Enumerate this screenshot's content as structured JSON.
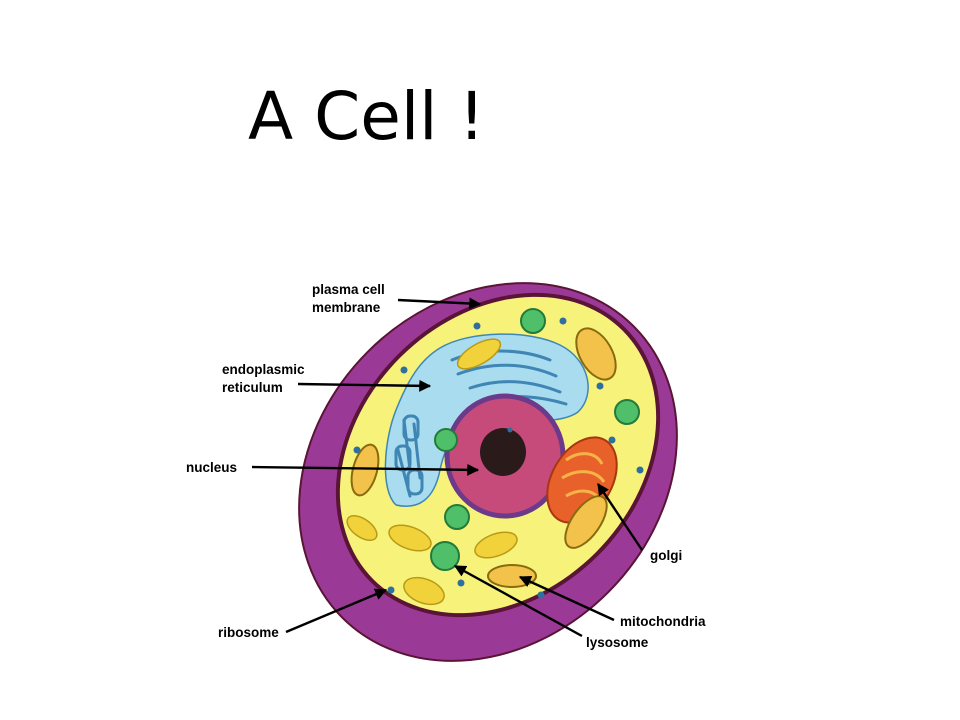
{
  "slide": {
    "title": "A Cell !"
  },
  "diagram": {
    "labels": {
      "plasma_membrane": [
        "plasma cell",
        "membrane"
      ],
      "endoplasmic_reticulum": [
        "endoplasmic",
        "reticulum"
      ],
      "nucleus": "nucleus",
      "ribosome": "ribosome",
      "golgi": "golgi",
      "mitochondria": "mitochondria",
      "lysosome": "lysosome"
    },
    "colors": {
      "membrane_outer": "#9b3a96",
      "membrane_rim": "#5a1436",
      "cytoplasm": "#f6f27a",
      "nucleus": "#c64b7a",
      "nuclear_envelope": "#6b3a8a",
      "nucleolus": "#2a1a1a",
      "endoplasmic_reticulum": "#a9dcee",
      "er_channels": "#3f86b5",
      "golgi": "#e8612a",
      "mitochondria": "#f3c24a",
      "lysosome": "#4fbf6a",
      "vacuole": "#f2d23a",
      "ribosome": "#2e6f9e"
    }
  }
}
